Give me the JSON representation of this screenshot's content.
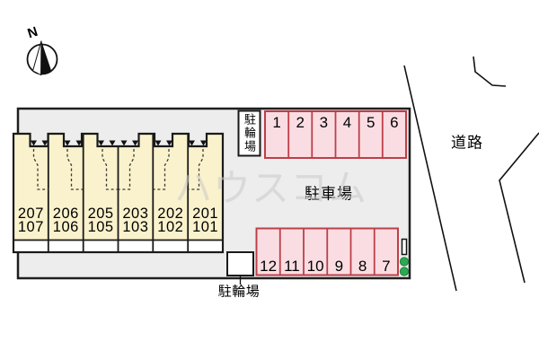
{
  "compass": {
    "north_label": "N"
  },
  "labels": {
    "bike_parking_top": "駐輪場",
    "bike_parking_bottom": "駐輪場",
    "parking_lot": "駐車場",
    "road": "道路"
  },
  "watermark": "ハウスコム",
  "building": {
    "units": [
      {
        "upper": "207",
        "lower": "107"
      },
      {
        "upper": "206",
        "lower": "106"
      },
      {
        "upper": "205",
        "lower": "105"
      },
      {
        "upper": "203",
        "lower": "103"
      },
      {
        "upper": "202",
        "lower": "102"
      },
      {
        "upper": "201",
        "lower": "101"
      }
    ]
  },
  "parking_top": {
    "spaces": [
      "1",
      "2",
      "3",
      "4",
      "5",
      "6"
    ]
  },
  "parking_bottom": {
    "spaces": [
      "12",
      "11",
      "10",
      "9",
      "8",
      "7"
    ]
  },
  "colors": {
    "site_fill": "#ededed",
    "building_fill": "#faf2cc",
    "parking_fill": "#fadde3",
    "parking_border": "#bd3f48",
    "shrub_green": "#2ea94f",
    "line_black": "#1a1a1a"
  }
}
